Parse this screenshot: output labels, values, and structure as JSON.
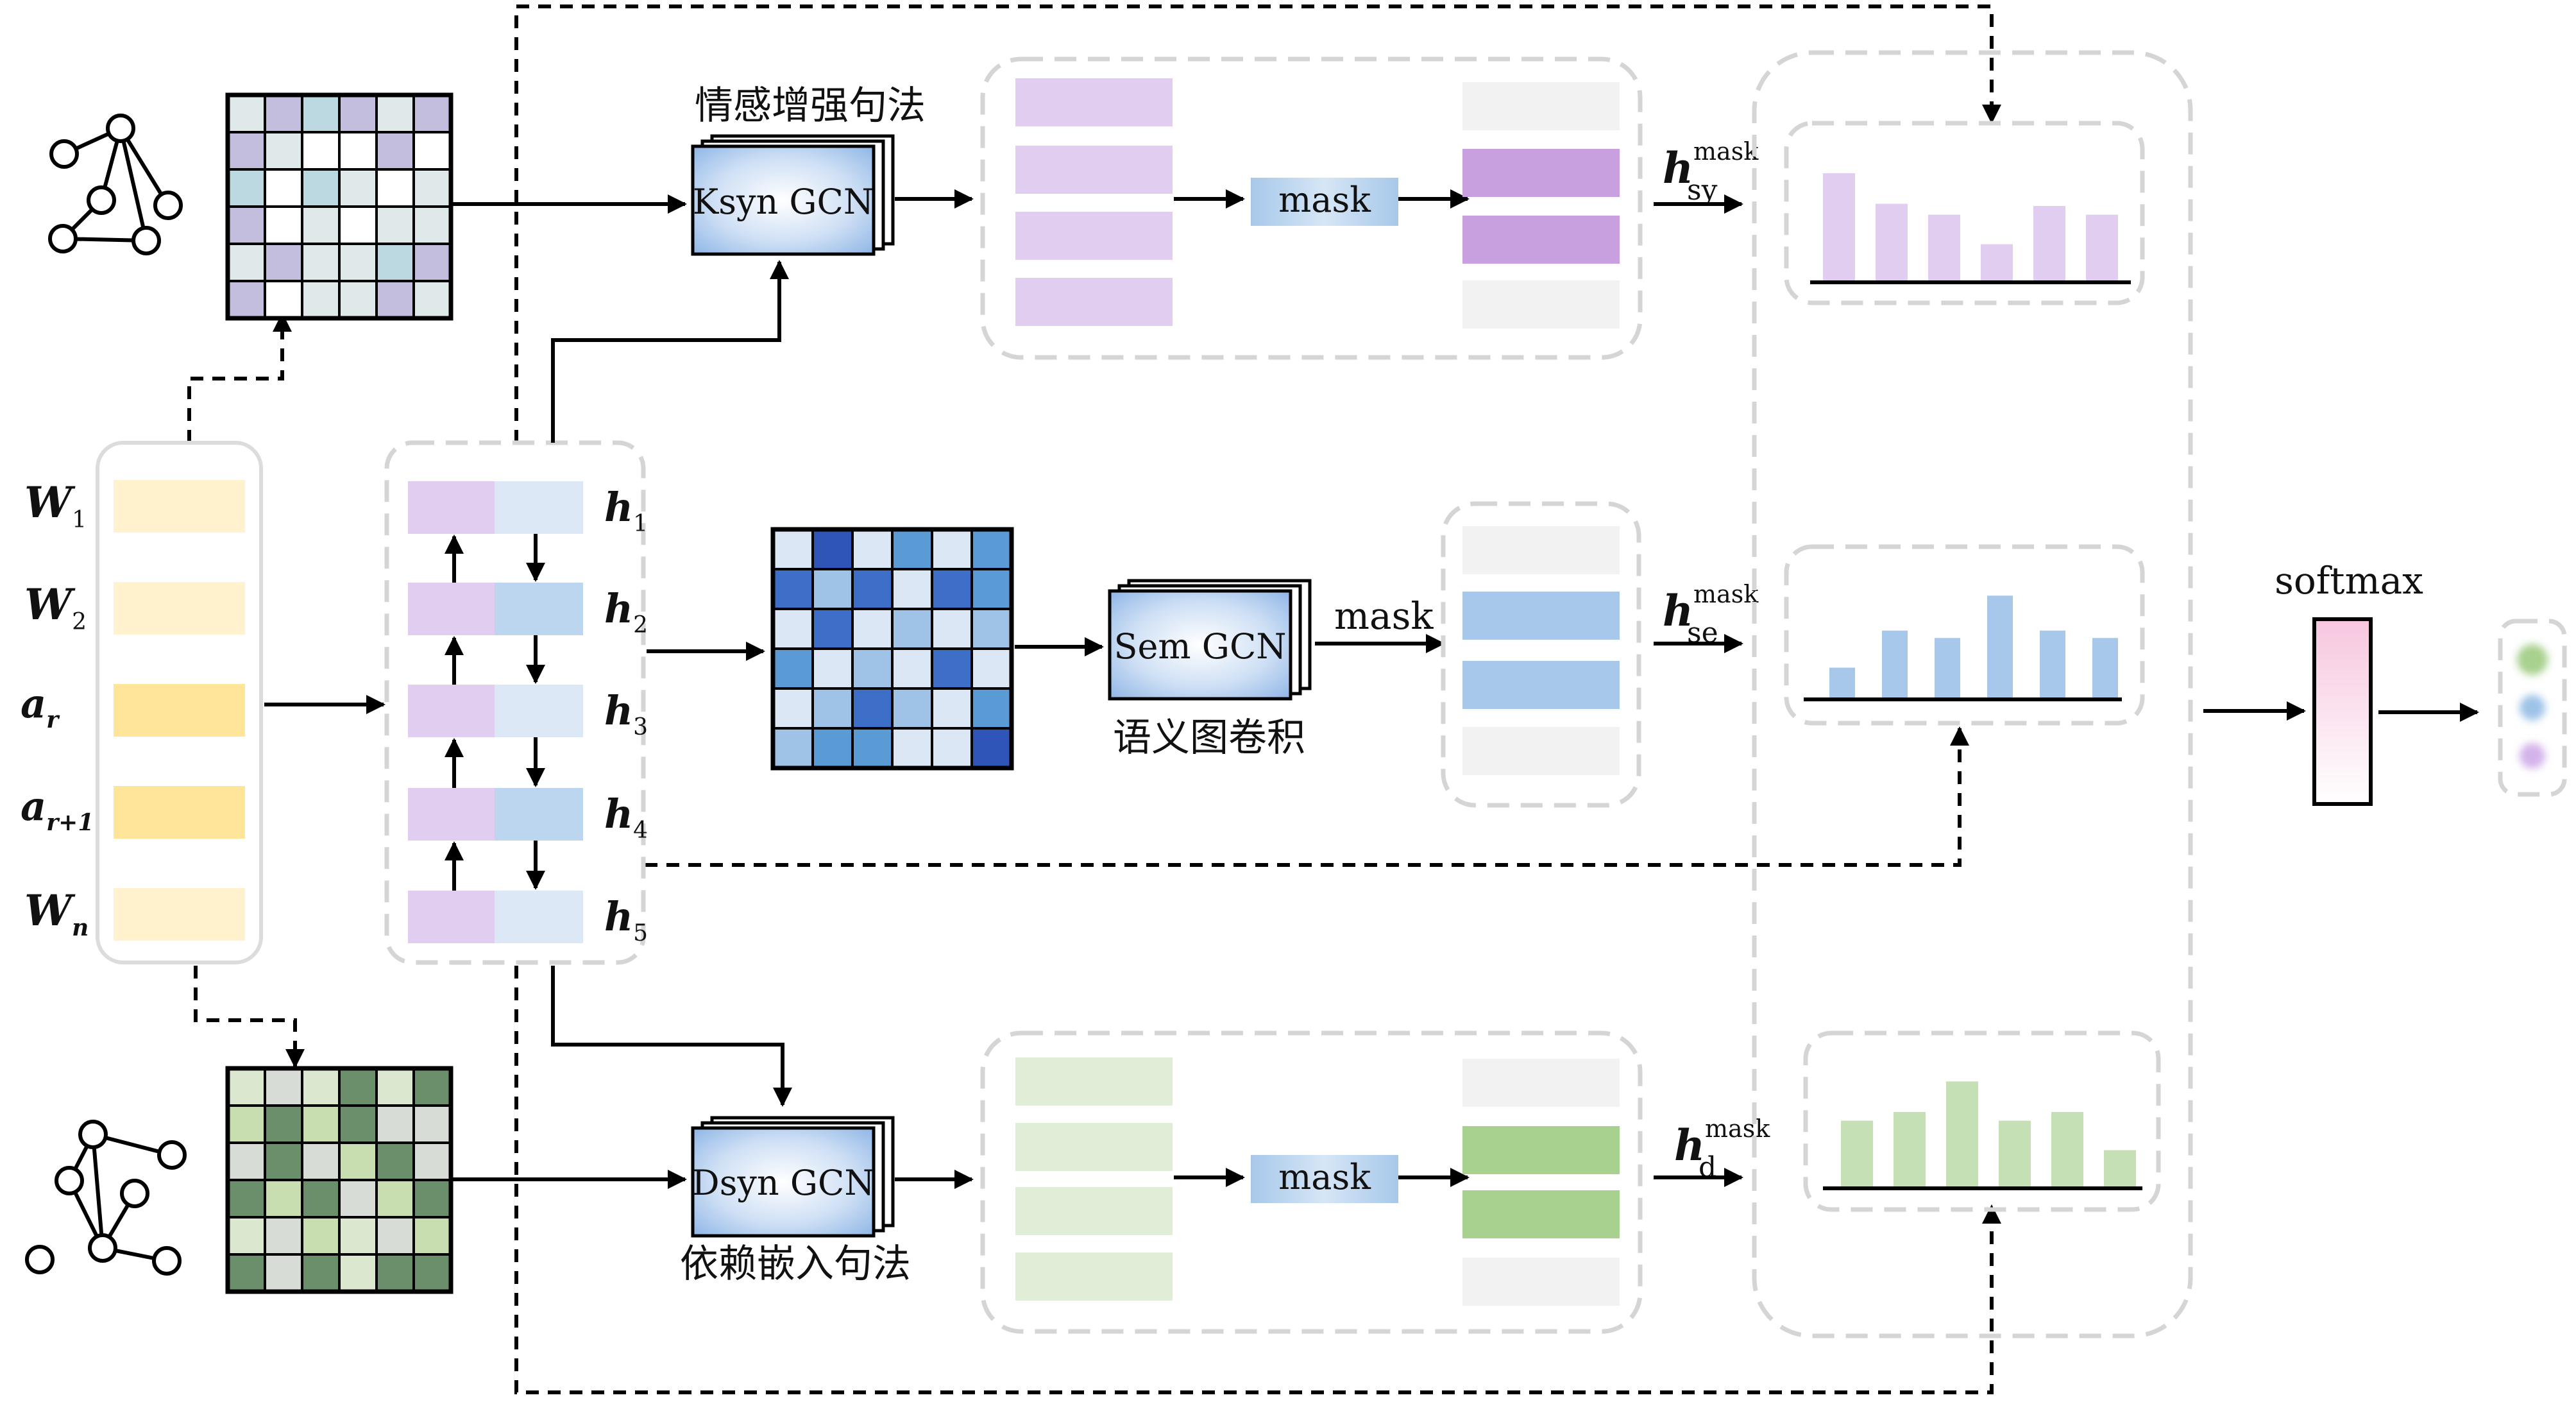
{
  "colors": {
    "purple_light": "#e0cdef",
    "purple_mid": "#c8a0e0",
    "blue_light": "#dce8f6",
    "blue_mid": "#a7c8ea",
    "green_light": "#e0edd7",
    "green_mid": "#a8d08e",
    "gray_light": "#f2f2f2",
    "yellow_light": "#fff2cc",
    "yellow_mid": "#ffe599",
    "softmax_top": "#f7c6df"
  },
  "inputs": {
    "labels": [
      {
        "base": "W",
        "sub": "1"
      },
      {
        "base": "W",
        "sub": "2"
      },
      {
        "base": "a",
        "sub": "r"
      },
      {
        "base": "a",
        "sub": "r+1"
      },
      {
        "base": "W",
        "sub": "n"
      }
    ]
  },
  "hidden": {
    "labels": [
      {
        "base": "h",
        "sub": "1"
      },
      {
        "base": "h",
        "sub": "2"
      },
      {
        "base": "h",
        "sub": "3"
      },
      {
        "base": "h",
        "sub": "4"
      },
      {
        "base": "h",
        "sub": "5"
      }
    ]
  },
  "top_branch": {
    "title": "情感增强句法",
    "gcn_label": "Ksyn GCN",
    "mask_label": "mask",
    "output": {
      "base": "h",
      "sup": "mask",
      "sub": "sy"
    },
    "bar_levels": [
      1.0,
      0.72,
      0.62,
      0.35,
      0.7,
      0.62
    ],
    "matrix": [
      [
        "#dfe9e9",
        "#c3bedd",
        "#bcd8e0",
        "#c3bedd",
        "#dfe9e9",
        "#c3bedd"
      ],
      [
        "#c3bedd",
        "#dfe9e9",
        "#ffffff",
        "#ffffff",
        "#c3bedd",
        "#ffffff"
      ],
      [
        "#bcd8e0",
        "#ffffff",
        "#bcd8e0",
        "#dfe9e9",
        "#ffffff",
        "#dfe9e9"
      ],
      [
        "#c3bedd",
        "#ffffff",
        "#dfe9e9",
        "#ffffff",
        "#dfe9e9",
        "#dfe9e9"
      ],
      [
        "#dfe9e9",
        "#c3bedd",
        "#dfe9e9",
        "#dfe9e9",
        "#bcd8e0",
        "#c3bedd"
      ],
      [
        "#c3bedd",
        "#ffffff",
        "#dfe9e9",
        "#dfe9e9",
        "#c3bedd",
        "#dfe9e9"
      ]
    ]
  },
  "mid_branch": {
    "title": "语义图卷积",
    "gcn_label": "Sem GCN",
    "mask_label": "mask",
    "output": {
      "base": "h",
      "sup": "mask",
      "sub": "se"
    },
    "bar_levels": [
      0.3,
      0.65,
      0.58,
      0.98,
      0.65,
      0.58
    ],
    "matrix": [
      [
        "#dbe7f5",
        "#2f55b8",
        "#dbe7f5",
        "#5b9bd5",
        "#dbe7f5",
        "#5b9bd5"
      ],
      [
        "#3d6fc9",
        "#9fc3e7",
        "#3d6fc9",
        "#dbe7f5",
        "#3d6fc9",
        "#5b9bd5"
      ],
      [
        "#dbe7f5",
        "#3d6fc9",
        "#dbe7f5",
        "#9fc3e7",
        "#dbe7f5",
        "#9fc3e7"
      ],
      [
        "#5b9bd5",
        "#dbe7f5",
        "#9fc3e7",
        "#dbe7f5",
        "#3d6fc9",
        "#dbe7f5"
      ],
      [
        "#dbe7f5",
        "#9fc3e7",
        "#3d6fc9",
        "#9fc3e7",
        "#dbe7f5",
        "#5b9bd5"
      ],
      [
        "#9fc3e7",
        "#5b9bd5",
        "#5b9bd5",
        "#dbe7f5",
        "#dbe7f5",
        "#2f55b8"
      ]
    ]
  },
  "bot_branch": {
    "title": "依赖嵌入句法",
    "gcn_label": "Dsyn GCN",
    "mask_label": "mask",
    "output": {
      "base": "h",
      "sup": "mask",
      "sub": "d"
    },
    "bar_levels": [
      0.62,
      0.7,
      0.98,
      0.62,
      0.7,
      0.35
    ],
    "matrix": [
      [
        "#dbe8cf",
        "#d7ddd6",
        "#dbe8cf",
        "#6b8e6b",
        "#dbe8cf",
        "#6b8e6b"
      ],
      [
        "#c8deb0",
        "#6b8e6b",
        "#c8deb0",
        "#6b8e6b",
        "#d7ddd6",
        "#d7ddd6"
      ],
      [
        "#d7ddd6",
        "#6b8e6b",
        "#d7ddd6",
        "#c8deb0",
        "#6b8e6b",
        "#d7ddd6"
      ],
      [
        "#6b8e6b",
        "#c8deb0",
        "#6b8e6b",
        "#d7ddd6",
        "#c8deb0",
        "#6b8e6b"
      ],
      [
        "#dbe8cf",
        "#d7ddd6",
        "#c8deb0",
        "#dbe8cf",
        "#d7ddd6",
        "#c8deb0"
      ],
      [
        "#6b8e6b",
        "#d7ddd6",
        "#6b8e6b",
        "#dbe8cf",
        "#6b8e6b",
        "#6b8e6b"
      ]
    ]
  },
  "softmax": {
    "label": "softmax",
    "output_dots": [
      "#a8d08e",
      "#9fc3e7",
      "#d4b3ea"
    ]
  }
}
